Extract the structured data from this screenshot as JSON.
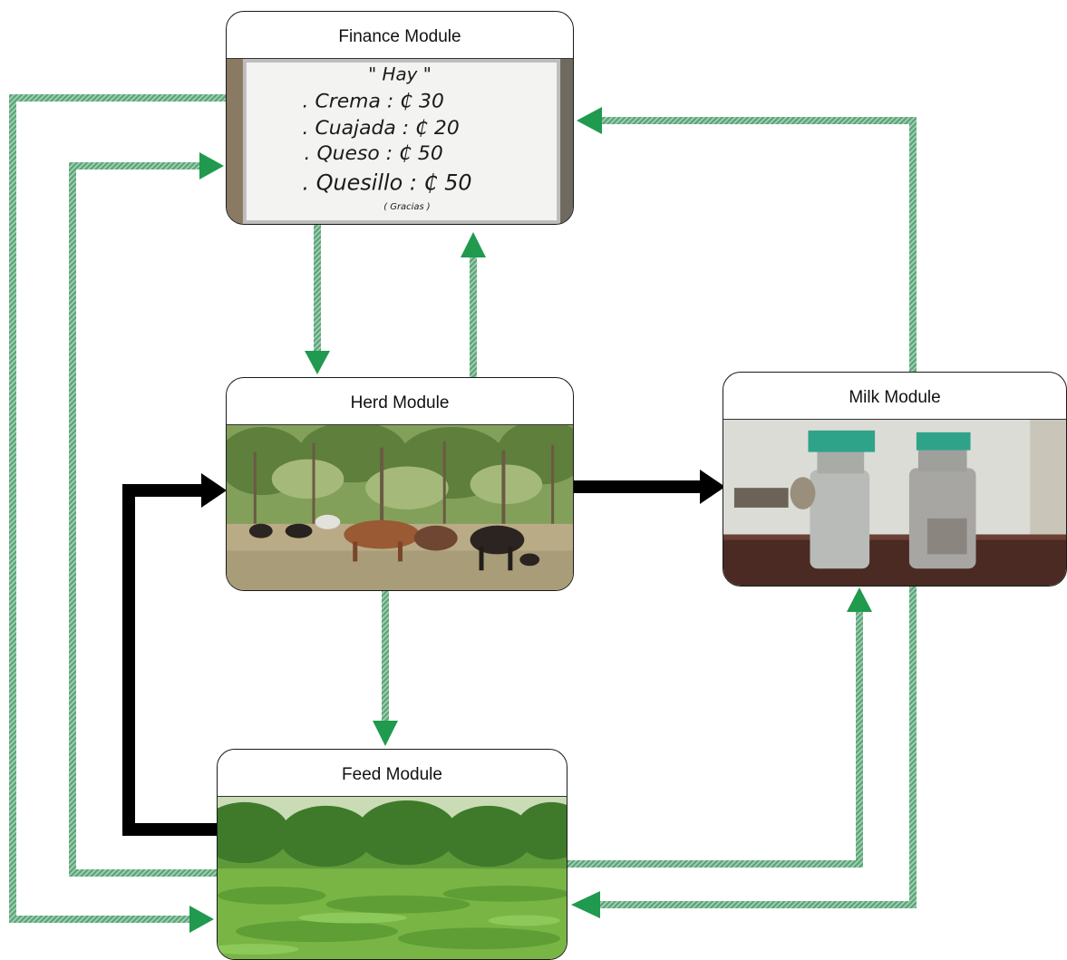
{
  "diagram": {
    "modules": {
      "finance": {
        "title": "Finance Module",
        "photo": {
          "heading": "\" Hay \"",
          "lines": [
            ". Crema : ₵ 30",
            ". Cuajada : ₵ 20",
            ". Queso : ₵ 50",
            ". Quesillo : ₵ 50"
          ],
          "footer": "( Gracias )"
        }
      },
      "herd": {
        "title": "Herd Module",
        "photo": "herd-photo"
      },
      "milk": {
        "title": "Milk Module",
        "photo": "milk-cans-photo"
      },
      "feed": {
        "title": "Feed Module",
        "photo": "pasture-photo"
      }
    },
    "links": [
      {
        "from": "Finance Module",
        "to": "Herd Module",
        "style": "green"
      },
      {
        "from": "Herd Module",
        "to": "Finance Module",
        "style": "green"
      },
      {
        "from": "Milk Module",
        "to": "Finance Module",
        "style": "green"
      },
      {
        "from": "Finance Module",
        "to": "Feed Module",
        "style": "green"
      },
      {
        "from": "Feed Module",
        "to": "Finance Module",
        "style": "green"
      },
      {
        "from": "Herd Module",
        "to": "Milk Module",
        "style": "black"
      },
      {
        "from": "Herd Module",
        "to": "Feed Module",
        "style": "green"
      },
      {
        "from": "Feed Module",
        "to": "Herd Module",
        "style": "black"
      },
      {
        "from": "Feed Module",
        "to": "Milk Module",
        "style": "green"
      },
      {
        "from": "Milk Module",
        "to": "Feed Module",
        "style": "green"
      }
    ],
    "colors": {
      "green_link": "#5da57a",
      "green_arrowhead": "#1f9a4e",
      "black_link": "#000000"
    }
  }
}
